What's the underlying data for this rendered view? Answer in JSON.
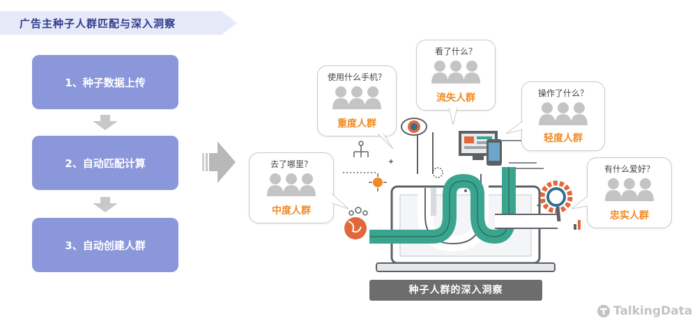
{
  "banner": {
    "title": "广告主种子人群匹配与深入洞察"
  },
  "steps": [
    {
      "label": "1、种子数据上传"
    },
    {
      "label": "2、自动匹配计算"
    },
    {
      "label": "3、自动创建人群"
    }
  ],
  "bubbles": {
    "phone": {
      "question": "使用什么手机？",
      "group": "重度人群"
    },
    "seen": {
      "question": "看了什么？",
      "group": "流失人群"
    },
    "did": {
      "question": "操作了什么？",
      "group": "轻度人群"
    },
    "where": {
      "question": "去了哪里？",
      "group": "中度人群"
    },
    "hobby": {
      "question": "有什么爱好？",
      "group": "忠实人群"
    }
  },
  "caption": "种子人群的深入洞察",
  "logo": {
    "text": "TalkingData"
  },
  "colors": {
    "step_fill": "#8a97da",
    "accent_orange": "#f08a24",
    "teal": "#3aa58e",
    "caption_bg": "#6d6d6d"
  }
}
